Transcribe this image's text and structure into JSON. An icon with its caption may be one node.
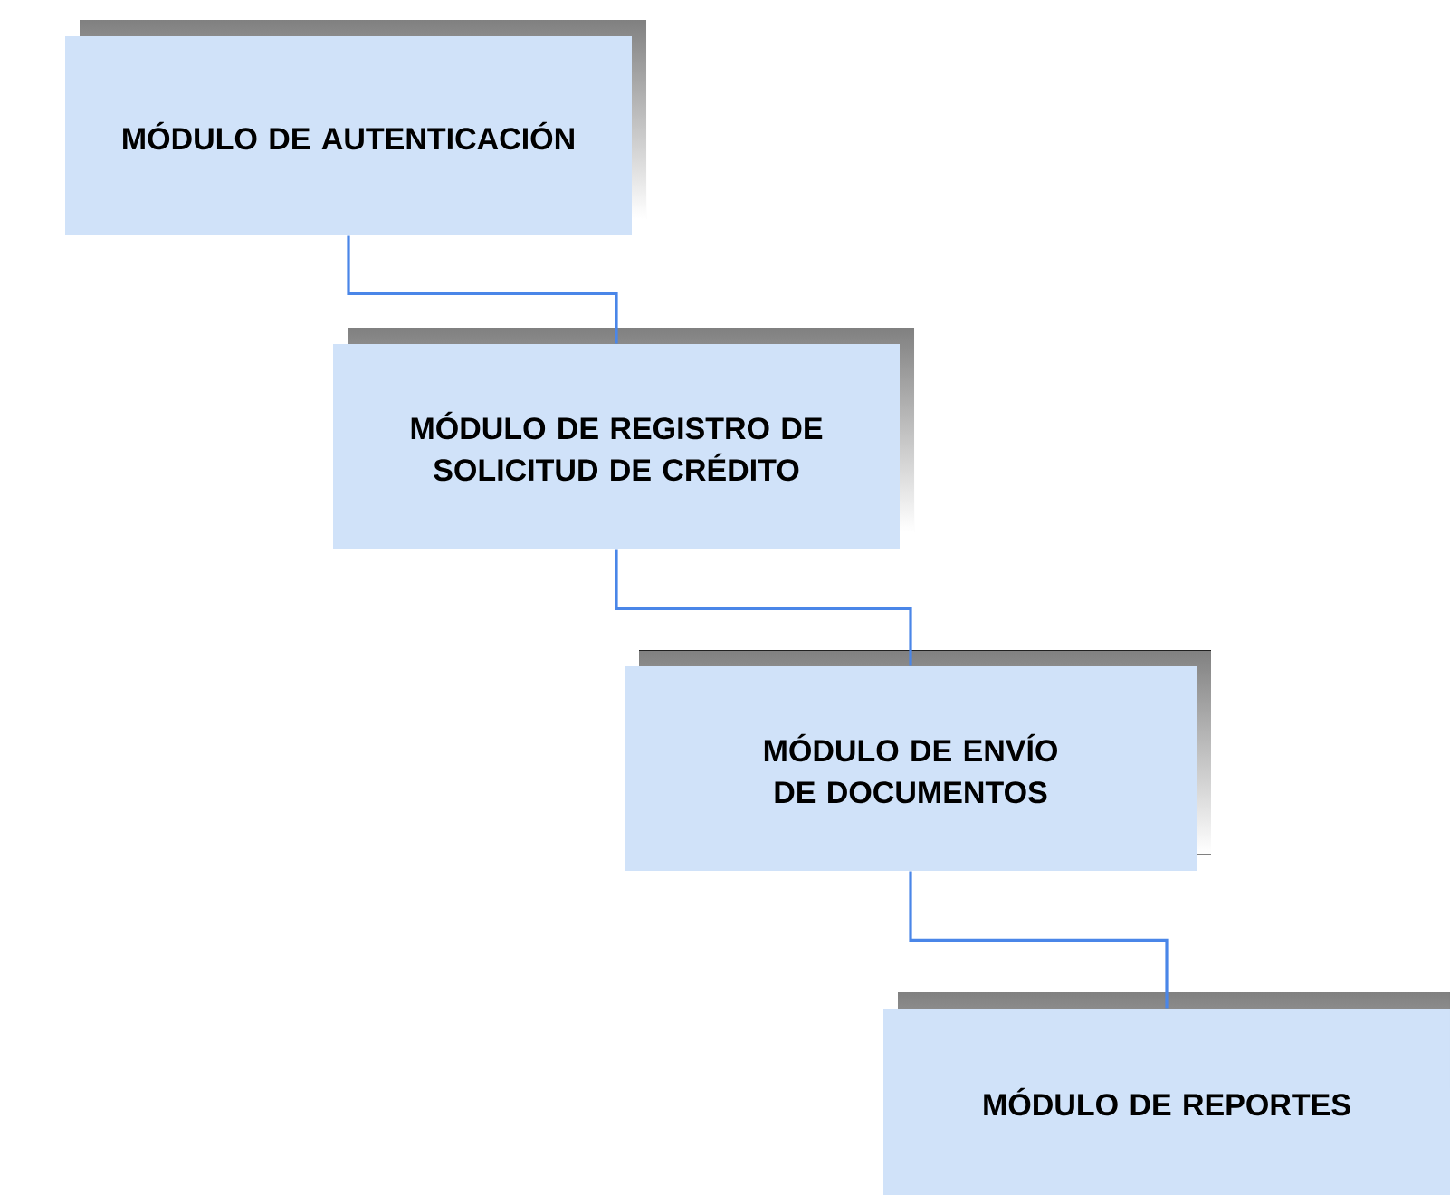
{
  "diagram": {
    "nodes": [
      {
        "text": [
          "MÓDULO DE AUTENTICACIÓN"
        ]
      },
      {
        "text": [
          "MÓDULO DE REGISTRO DE SOLICITUD DE CRÉDITO"
        ]
      },
      {
        "text": [
          "MÓDULO DE ENVÍO DE DOCUMENTOS"
        ]
      },
      {
        "text": [
          "MÓDULO DE REPORTES"
        ]
      }
    ],
    "edges": [
      {
        "from": 0,
        "to": 1,
        "arrow": "none"
      },
      {
        "from": 1,
        "to": 2,
        "arrow": "none"
      },
      {
        "from": 2,
        "to": 3,
        "arrow": "none"
      }
    ]
  }
}
